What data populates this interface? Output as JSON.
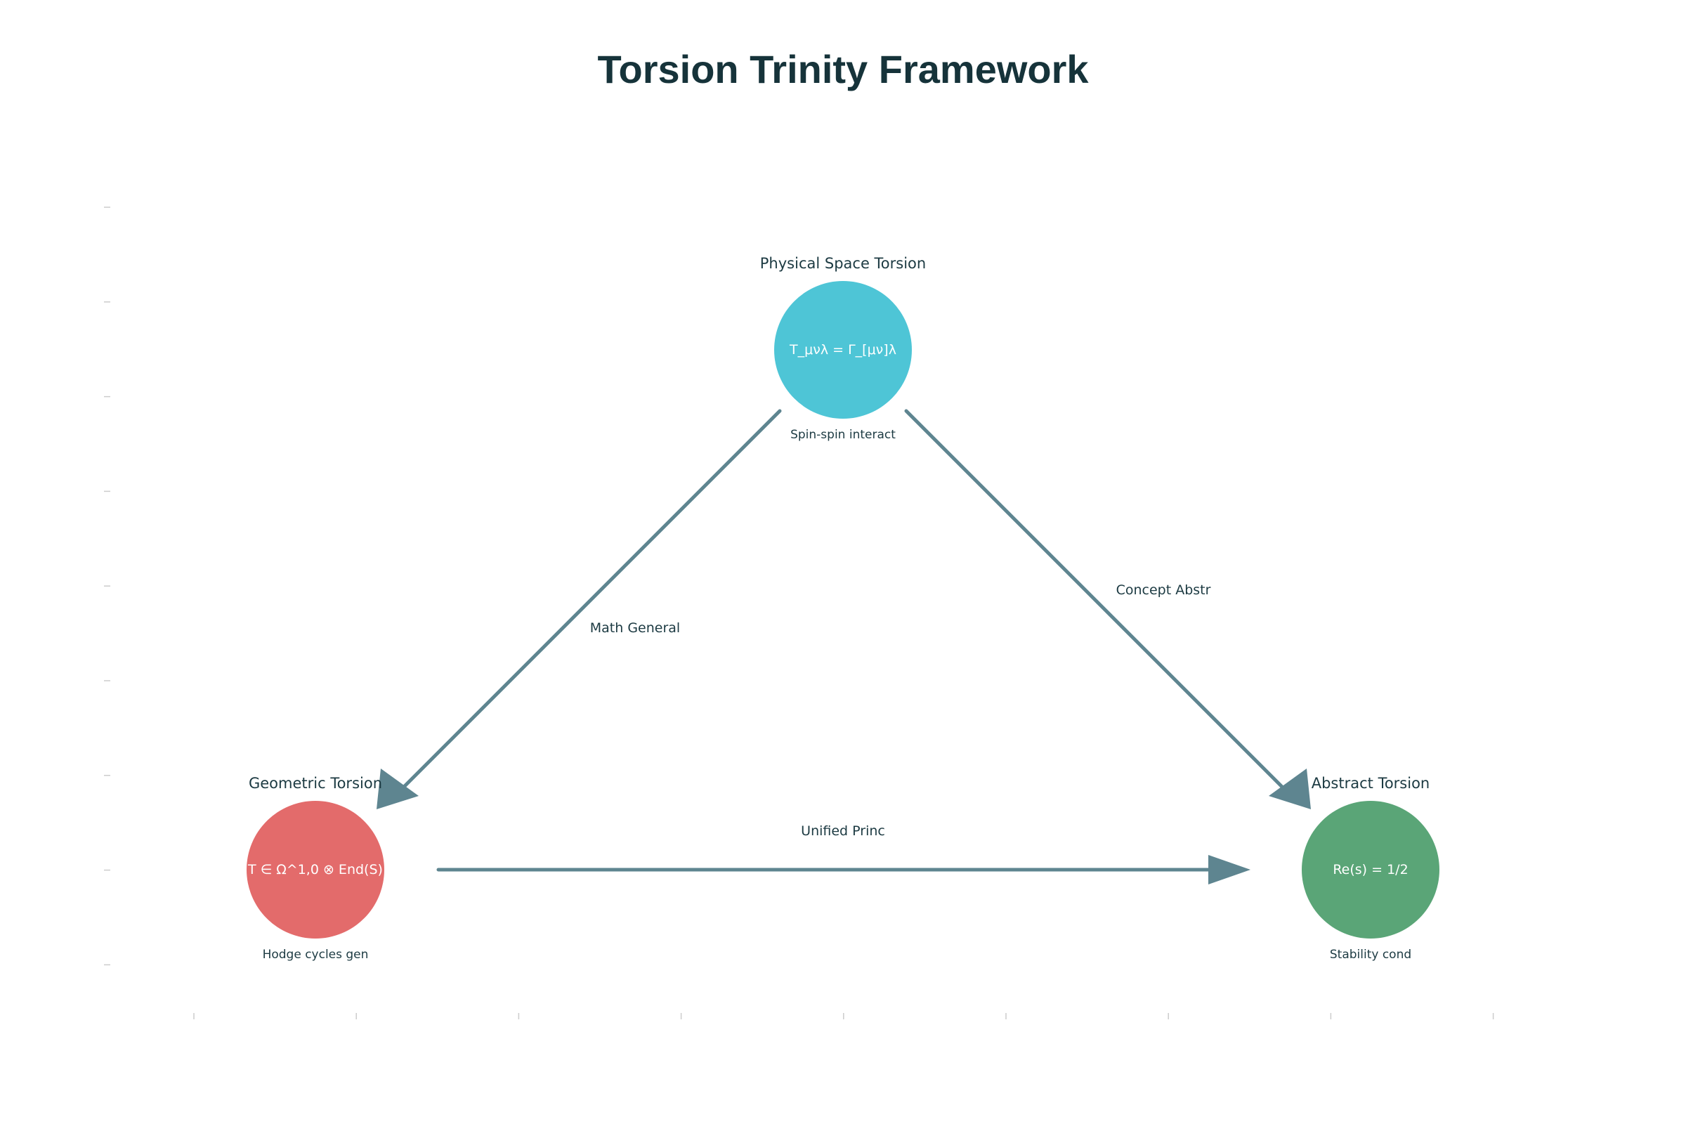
{
  "title": "Torsion Trinity Framework",
  "colors": {
    "title": "#16333a",
    "text_dark": "#1c3a42",
    "node_text": "#ffffff",
    "edge": "#5e8590",
    "tick": "#cccccc",
    "physical": "#4ec5d6",
    "geometric": "#e36b6b",
    "abstract": "#5aa577"
  },
  "nodes": {
    "physical": {
      "title": "Physical Space Torsion",
      "formula": "T_μνλ = Γ_[μν]λ",
      "desc": "Spin-spin interact"
    },
    "geometric": {
      "title": "Geometric Torsion",
      "formula": "T ∈ Ω^1,0 ⊗ End(S)",
      "desc": "Hodge cycles gen"
    },
    "abstract": {
      "title": "Abstract Torsion",
      "formula": "Re(s) = 1/2",
      "desc": "Stability cond"
    }
  },
  "edges": {
    "physical_to_geometric": "Math General",
    "physical_to_abstract": "Concept Abstr",
    "geometric_to_abstract": "Unified Princ"
  }
}
